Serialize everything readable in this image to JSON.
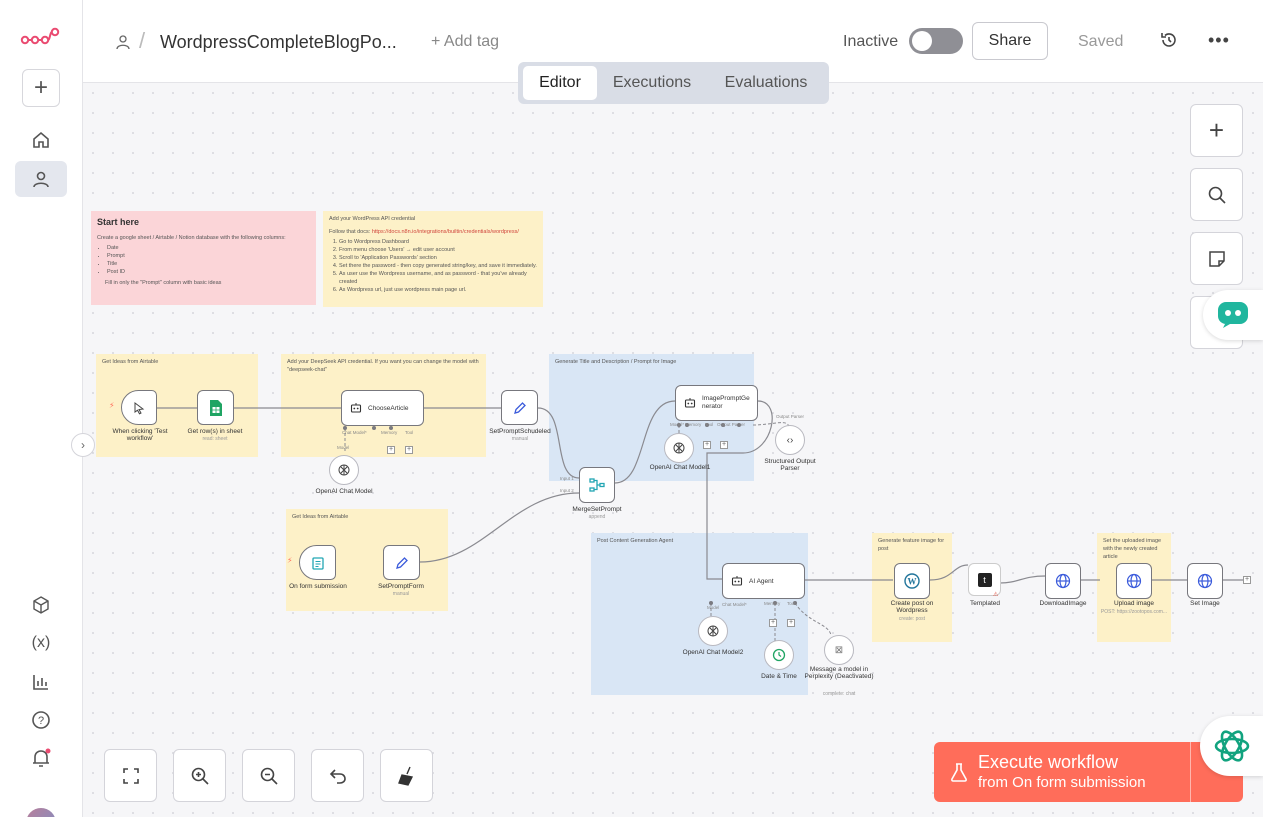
{
  "header": {
    "workflow_name": "WordpressCompleteBlogPo...",
    "add_tag": "+ Add tag",
    "status_label": "Inactive",
    "share_label": "Share",
    "saved_label": "Saved"
  },
  "tabs": [
    {
      "label": "Editor",
      "active": true
    },
    {
      "label": "Executions",
      "active": false
    },
    {
      "label": "Evaluations",
      "active": false
    }
  ],
  "sticky_notes": {
    "start": {
      "title": "Start here",
      "intro": "Create a google sheet / Airtable / Notion database with the following columns:",
      "columns": [
        "Date",
        "Prompt",
        "Title",
        "Post ID"
      ],
      "footer": "Fill in only the \"Prompt\" column with basic ideas"
    },
    "wp_credential": {
      "title": "Add your WordPress API credential",
      "docs_prefix": "Follow that docs:",
      "docs_link": "https://docs.n8n.io/integrations/builtin/credentials/wordpress/",
      "steps": [
        "Go to Wordpress Dashboard",
        "From menu choose 'Users' → edit user account",
        "Scroll to 'Application Passwords' section",
        "Set there the password - then copy generated string/key, and save it immediately.",
        "As user use the Wordpress username, and as password - that you've already created",
        "As Wordpress url, just use wordpress main page url."
      ]
    },
    "get_ideas": "Get Ideas from Airtable",
    "deepseek": "Add your DeepSeek API credential. If you want you can change the model with \"deepseek-chat\"",
    "gen_title": "Generate Title and Description / Prompt for Image",
    "get_ideas_2": "Get Ideas from Airtable",
    "post_content": "Post Content Generation Agent",
    "feature_image": "Generate feature image for post",
    "set_uploaded": "Set the uploaded image with the newly created article"
  },
  "nodes": {
    "manual_trigger": {
      "label": "When clicking 'Test workflow'"
    },
    "get_rows": {
      "label": "Get row(s) in sheet",
      "sub": "read: sheet"
    },
    "choose_article": {
      "label": "ChooseArticle",
      "ports": [
        "Chat Model*",
        "Memory",
        "Tool"
      ]
    },
    "openai_model": {
      "label": "OpenAI Chat Model",
      "port": "Model"
    },
    "set_prompt_scheduled": {
      "label": "SetPromptSchudeled",
      "sub": "manual"
    },
    "image_prompt_gen": {
      "label": "ImagePromptGe nerator",
      "ports": [
        "Model*",
        "Model",
        "Memory",
        "Tool",
        "Output Parser"
      ]
    },
    "openai_model1": {
      "label": "OpenAI Chat Model1"
    },
    "structured_parser": {
      "label": "Structured Output Parser",
      "port": "Output Parser"
    },
    "merge": {
      "label": "MergeSetPrompt",
      "sub": "append",
      "inputs": [
        "Input 1",
        "Input 2"
      ]
    },
    "form_trigger": {
      "label": "On form submission"
    },
    "set_prompt_form": {
      "label": "SetPromptForm",
      "sub": "manual"
    },
    "ai_agent": {
      "label": "AI Agent",
      "ports": [
        "Chat Model*",
        "Memory",
        "Tool"
      ]
    },
    "openai_model2": {
      "label": "OpenAI Chat Model2",
      "port": "Model"
    },
    "date_time": {
      "label": "Date & Time"
    },
    "perplexity": {
      "label": "Message a model in Perplexity (Deactivated)",
      "sub": "complete: chat"
    },
    "create_post": {
      "label": "Create post on Wordpress",
      "sub": "create: post"
    },
    "templated": {
      "label": "Templated"
    },
    "download_image": {
      "label": "DownloadImage"
    },
    "upload_image": {
      "label": "Upload image",
      "sub": "POST: https://zootopos.com..."
    },
    "set_image": {
      "label": "Set Image"
    }
  },
  "execute": {
    "line1": "Execute workflow",
    "line2": "from On form submission",
    "color": "#ff6d5a"
  },
  "icons": [
    "n8n-logo",
    "plus-icon",
    "home-icon",
    "user-icon",
    "templates-icon",
    "variables-icon",
    "insights-icon",
    "help-icon",
    "bell-icon",
    "history-icon",
    "more-icon",
    "zoom-in-icon",
    "search-icon",
    "sticky-icon",
    "chat-icon",
    "fit-view-icon",
    "zoom-out-icon",
    "undo-icon",
    "tidy-up-icon",
    "beaker-icon",
    "ai-assistant-icon"
  ]
}
